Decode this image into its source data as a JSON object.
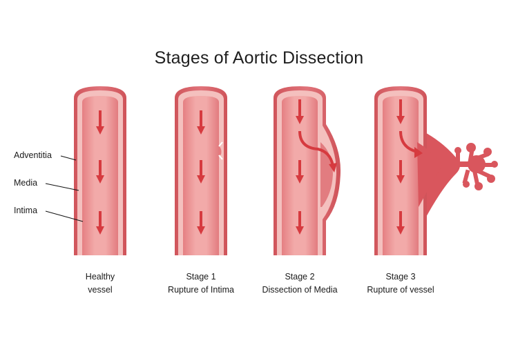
{
  "title": "Stages of Aortic Dissection",
  "layer_labels": {
    "adventitia": "Adventitia",
    "media": "Media",
    "intima": "Intima"
  },
  "vessels": [
    {
      "line1": "Healthy",
      "line2": "vessel"
    },
    {
      "line1": "Stage 1",
      "line2": "Rupture of Intima"
    },
    {
      "line1": "Stage 2",
      "line2": "Dissection of Media"
    },
    {
      "line1": "Stage 3",
      "line2": "Rupture of vessel"
    }
  ],
  "colors": {
    "outer": "#d95f65",
    "media": "#f3b9b7",
    "lumen": "#e88d8f",
    "lumen_light": "#f4b2b0",
    "arrow": "#d63a3f",
    "bulge": "#d9565d"
  }
}
